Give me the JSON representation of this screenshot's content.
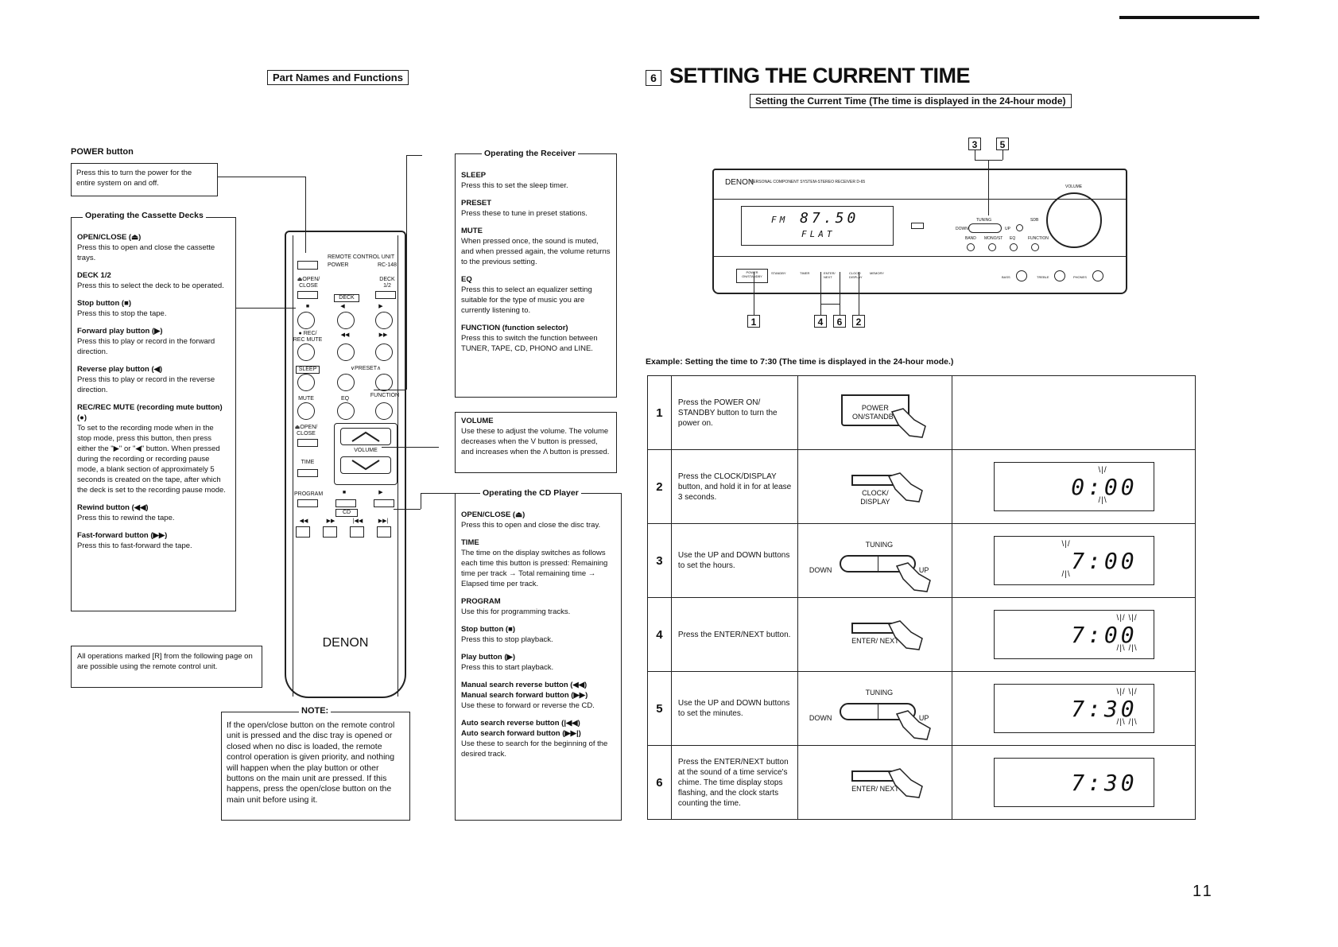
{
  "page": {
    "number": "11"
  },
  "left": {
    "section_title": "Part Names and Functions",
    "power": {
      "label": "POWER button",
      "text": "Press this to turn the power for the entire system on and off."
    },
    "cassette": {
      "header": "Operating the Cassette Decks",
      "items": [
        {
          "name": "OPEN/CLOSE (⏏)",
          "text": "Press this to open and close the cassette trays."
        },
        {
          "name": "DECK 1/2",
          "text": "Press this to select the deck to be operated."
        },
        {
          "name": "Stop button (■)",
          "text": "Press this to stop the tape."
        },
        {
          "name": "Forward play button (▶)",
          "text": "Press this to play or record in the forward direction."
        },
        {
          "name": "Reverse play button (◀)",
          "text": "Press this to play or record in the reverse direction."
        },
        {
          "name": "REC/REC MUTE (recording mute button) (●)",
          "text": "To set to the recording mode when in the stop mode, press this button, then press either the \"▶\" or \"◀\" button. When pressed during the recording or recording pause mode, a blank section of approximately 5 seconds is created on the tape, after which the deck is set to the recording pause mode."
        },
        {
          "name": "Rewind button (◀◀)",
          "text": "Press this to rewind the tape."
        },
        {
          "name": "Fast-forward button (▶▶)",
          "text": "Press this to fast-forward the tape."
        }
      ]
    },
    "remote_note": "All operations marked [R] from the following page on are possible using the remote control unit."
  },
  "remote": {
    "title_line1": "REMOTE CONTROL UNIT",
    "model": "RC-148",
    "power_label": "POWER",
    "open_close": "⏏OPEN/ CLOSE",
    "deck": "DECK 1/2",
    "deck_tag": "DECK",
    "rec_label": "● REC/ REC MUTE",
    "sleep": "SLEEP",
    "preset": "∨PRESET∧",
    "mute": "MUTE",
    "eq": "EQ",
    "function": "FUNCTION",
    "cd_open": "⏏OPEN/ CLOSE",
    "volume": "VOLUME",
    "time": "TIME",
    "program": "PROGRAM",
    "cd_tag": "CD",
    "brand": "DENON"
  },
  "note": {
    "header": "NOTE:",
    "text": "If the open/close button on the remote control unit is pressed and the disc tray is opened or closed when no disc is loaded, the remote control operation is given priority, and nothing will happen when the play button or other buttons on the main unit are pressed. If this happens, press the open/close button on the main unit before using it."
  },
  "receiver": {
    "header": "Operating the Receiver",
    "items": [
      {
        "name": "SLEEP",
        "text": "Press this to set the sleep timer."
      },
      {
        "name": "PRESET",
        "text": "Press these to tune in preset stations."
      },
      {
        "name": "MUTE",
        "text": "When pressed once, the sound is muted, and when pressed again, the volume returns to the previous setting."
      },
      {
        "name": "EQ",
        "text": "Press this to select an equalizer setting suitable for the type of music you are currently listening to."
      },
      {
        "name": "FUNCTION (function selector)",
        "text": "Press this to switch the function between TUNER, TAPE, CD, PHONO and LINE."
      }
    ]
  },
  "volume": {
    "name": "VOLUME",
    "text": "Use these to adjust the volume. The volume decreases when the V button is pressed, and increases when the Λ button is pressed."
  },
  "cd": {
    "header": "Operating the CD Player",
    "items": [
      {
        "name": "OPEN/CLOSE (⏏)",
        "text": "Press this to open and close the disc tray."
      },
      {
        "name": "TIME",
        "text": "The time on the display switches as follows each time this button is pressed: Remaining time per track → Total remaining time → Elapsed time per track."
      },
      {
        "name": "PROGRAM",
        "text": "Use this for programming tracks."
      },
      {
        "name": "Stop button (■)",
        "text": "Press this to stop playback."
      },
      {
        "name": "Play button (▶)",
        "text": "Press this to start playback."
      },
      {
        "name": "Manual search reverse button (◀◀)\nManual search forward button (▶▶)",
        "text": "Use these to forward or reverse the CD."
      },
      {
        "name": "Auto search reverse button (|◀◀)\nAuto search forward button (▶▶|)",
        "text": "Use these to search for the beginning of the desired track."
      }
    ]
  },
  "right": {
    "section_num": "6",
    "title": "SETTING THE CURRENT TIME",
    "subtitle": "Setting the Current Time (The time is displayed in the 24-hour mode)",
    "callouts_top": [
      "3",
      "5"
    ],
    "callouts_bottom_left": "1",
    "callouts_bottom": [
      "4",
      "6",
      "2"
    ],
    "unit": {
      "brand": "DENON",
      "model_text": "PERSONAL COMPONENT SYSTEM-STEREO RECEIVER D-65",
      "freq_band": "FM",
      "freq": "87.50",
      "eq_mode": "FLAT",
      "volume": "VOLUME",
      "tuning": "TUNING",
      "down": "DOWN",
      "up": "UP",
      "sdb": "SDB",
      "band": "BAND",
      "mono": "MONO/ST",
      "eq": "EQ",
      "function": "FUNCTION",
      "power": "POWER ON/STANDBY",
      "standby": "STANDBY",
      "timer": "TIMER",
      "enter": "ENTER/ NEXT",
      "clock": "CLOCK/ DISPLAY",
      "memory": "MEMORY",
      "bass": "BASS",
      "treble": "TREBLE",
      "phones": "PHONES"
    },
    "example": "Example: Setting the time to 7:30 (The time is displayed in the 24-hour mode.)",
    "steps": [
      {
        "no": "1",
        "text": "Press the POWER ON/ STANDBY button to turn the power on.",
        "button": "POWER ON/STANDBY",
        "display": ""
      },
      {
        "no": "2",
        "text": "Press the CLOCK/DISPLAY button, and hold it in for at lease 3 seconds.",
        "button": "CLOCK/ DISPLAY",
        "display": "0:00"
      },
      {
        "no": "3",
        "text": "Use the UP and DOWN buttons to set the hours.",
        "button": "TUNING",
        "display": "7:00"
      },
      {
        "no": "4",
        "text": "Press the ENTER/NEXT button.",
        "button": "ENTER/ NEXT",
        "display": "7:00"
      },
      {
        "no": "5",
        "text": "Use the UP and DOWN buttons to set the minutes.",
        "button": "TUNING",
        "display": "7:30"
      },
      {
        "no": "6",
        "text": "Press the ENTER/NEXT button at the sound of a time service's chime. The time display stops flashing, and the clock starts counting the time.",
        "button": "ENTER/ NEXT",
        "display": "7:30"
      }
    ],
    "down": "DOWN",
    "up": "UP"
  }
}
